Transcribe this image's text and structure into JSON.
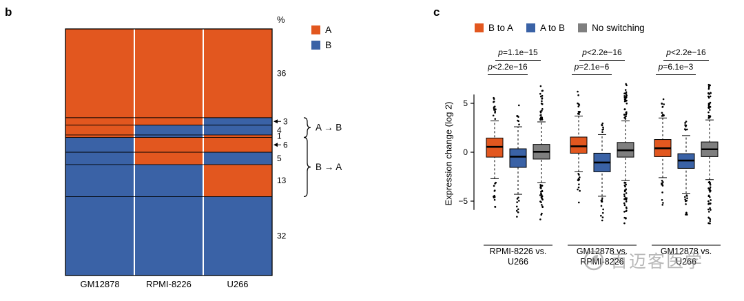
{
  "figure": {
    "panel_b_label": "b",
    "panel_c_label": "c"
  },
  "colors": {
    "compartment_A": "#e2571f",
    "compartment_B": "#3a62a6",
    "no_switching": "#7f7f7f"
  },
  "watermark": {
    "text": "百迈客医学",
    "logo": "biomarker-circle-logo"
  },
  "chart_data": [
    {
      "type": "heatmap",
      "panel": "b",
      "unit_label": "%",
      "columns": [
        "GM12878",
        "RPMI-8226",
        "U266"
      ],
      "legend": [
        {
          "label": "A",
          "color": "#e2571f"
        },
        {
          "label": "B",
          "color": "#3a62a6"
        }
      ],
      "rows": [
        {
          "percent": 36,
          "compartments": [
            "A",
            "A",
            "A"
          ],
          "arrow": false
        },
        {
          "percent": 3,
          "compartments": [
            "A",
            "A",
            "B"
          ],
          "arrow": true
        },
        {
          "percent": 4,
          "compartments": [
            "A",
            "B",
            "B"
          ],
          "arrow": false
        },
        {
          "percent": 1,
          "compartments": [
            "A",
            "B",
            "A"
          ],
          "arrow": false
        },
        {
          "percent": 6,
          "compartments": [
            "B",
            "A",
            "A"
          ],
          "arrow": true
        },
        {
          "percent": 5,
          "compartments": [
            "B",
            "A",
            "B"
          ],
          "arrow": false
        },
        {
          "percent": 13,
          "compartments": [
            "B",
            "B",
            "A"
          ],
          "arrow": false
        },
        {
          "percent": 32,
          "compartments": [
            "B",
            "B",
            "B"
          ],
          "arrow": false
        }
      ],
      "annotations": [
        {
          "label": "A → B",
          "from_row": 1,
          "to_row": 3
        },
        {
          "label": "B → A",
          "from_row": 4,
          "to_row": 6
        }
      ]
    },
    {
      "type": "boxplot",
      "panel": "c",
      "ylabel": "Expression change (log 2)",
      "yticks": [
        5,
        0,
        -5
      ],
      "ytick_labels": [
        "5",
        "0",
        "−5"
      ],
      "ylim": [
        -7.6,
        7
      ],
      "legend": [
        {
          "label": "B to A",
          "color": "#e2571f"
        },
        {
          "label": "A to B",
          "color": "#3a62a6"
        },
        {
          "label": "No switching",
          "color": "#7f7f7f"
        }
      ],
      "groups": [
        {
          "label_line1": "RPMI-8226 vs.",
          "label_line2": "U266",
          "p_top": "p=1.1e−15",
          "p_bottom": "p<2.2e−16",
          "boxes": [
            {
              "series": "B to A",
              "q1": -0.5,
              "median": 0.55,
              "q3": 1.45,
              "whisker_low": -2.7,
              "whisker_high": 3.2,
              "outliers_high": {
                "start": 3.4,
                "end": 6.2,
                "n": 14
              },
              "outliers_low": {
                "start": -3.0,
                "end": -5.6,
                "n": 12
              }
            },
            {
              "series": "A to B",
              "q1": -1.55,
              "median": -0.45,
              "q3": 0.35,
              "whisker_low": -4.3,
              "whisker_high": 2.6,
              "outliers_high": {
                "start": 2.8,
                "end": 5.0,
                "n": 9
              },
              "outliers_low": {
                "start": -4.6,
                "end": -6.8,
                "n": 9
              }
            },
            {
              "series": "No switching",
              "q1": -0.7,
              "median": 0.05,
              "q3": 0.8,
              "whisker_low": -3.1,
              "whisker_high": 3.1,
              "outliers_high": {
                "start": 3.3,
                "end": 6.8,
                "n": 30
              },
              "outliers_low": {
                "start": -3.3,
                "end": -6.9,
                "n": 28
              }
            }
          ]
        },
        {
          "label_line1": "GM12878 vs.",
          "label_line2": "RPMI-8226",
          "p_top": "p<2.2e−16",
          "p_bottom": "p=2.1e−6",
          "boxes": [
            {
              "series": "B to A",
              "q1": -0.1,
              "median": 0.6,
              "q3": 1.55,
              "whisker_low": -2.0,
              "whisker_high": 3.7,
              "outliers_high": {
                "start": 3.9,
                "end": 6.3,
                "n": 12
              },
              "outliers_low": {
                "start": -2.2,
                "end": -5.2,
                "n": 12
              }
            },
            {
              "series": "A to B",
              "q1": -2.0,
              "median": -1.05,
              "q3": -0.1,
              "whisker_low": -4.5,
              "whisker_high": 1.8,
              "outliers_high": {
                "start": 2.0,
                "end": 4.2,
                "n": 7
              },
              "outliers_low": {
                "start": -4.7,
                "end": -7.2,
                "n": 12
              }
            },
            {
              "series": "No switching",
              "q1": -0.5,
              "median": 0.2,
              "q3": 1.0,
              "whisker_low": -2.9,
              "whisker_high": 3.2,
              "outliers_high": {
                "start": 3.4,
                "end": 7.0,
                "n": 32
              },
              "outliers_low": {
                "start": -3.1,
                "end": -7.3,
                "n": 30
              }
            }
          ]
        },
        {
          "label_line1": "GM12878 vs.",
          "label_line2": "U266",
          "p_top": "p<2.2e−16",
          "p_bottom": "p=6.1e−3",
          "boxes": [
            {
              "series": "B to A",
              "q1": -0.45,
              "median": 0.4,
              "q3": 1.3,
              "whisker_low": -2.6,
              "whisker_high": 3.5,
              "outliers_high": {
                "start": 3.7,
                "end": 6.4,
                "n": 12
              },
              "outliers_low": {
                "start": -2.8,
                "end": -5.4,
                "n": 10
              }
            },
            {
              "series": "A to B",
              "q1": -1.65,
              "median": -0.85,
              "q3": -0.15,
              "whisker_low": -4.2,
              "whisker_high": 1.7,
              "outliers_high": {
                "start": 1.9,
                "end": 4.3,
                "n": 8
              },
              "outliers_low": {
                "start": -4.4,
                "end": -7.0,
                "n": 12
              }
            },
            {
              "series": "No switching",
              "q1": -0.45,
              "median": 0.3,
              "q3": 1.05,
              "whisker_low": -2.8,
              "whisker_high": 3.3,
              "outliers_high": {
                "start": 3.5,
                "end": 6.9,
                "n": 32
              },
              "outliers_low": {
                "start": -3.0,
                "end": -7.5,
                "n": 32
              }
            }
          ]
        }
      ]
    }
  ]
}
